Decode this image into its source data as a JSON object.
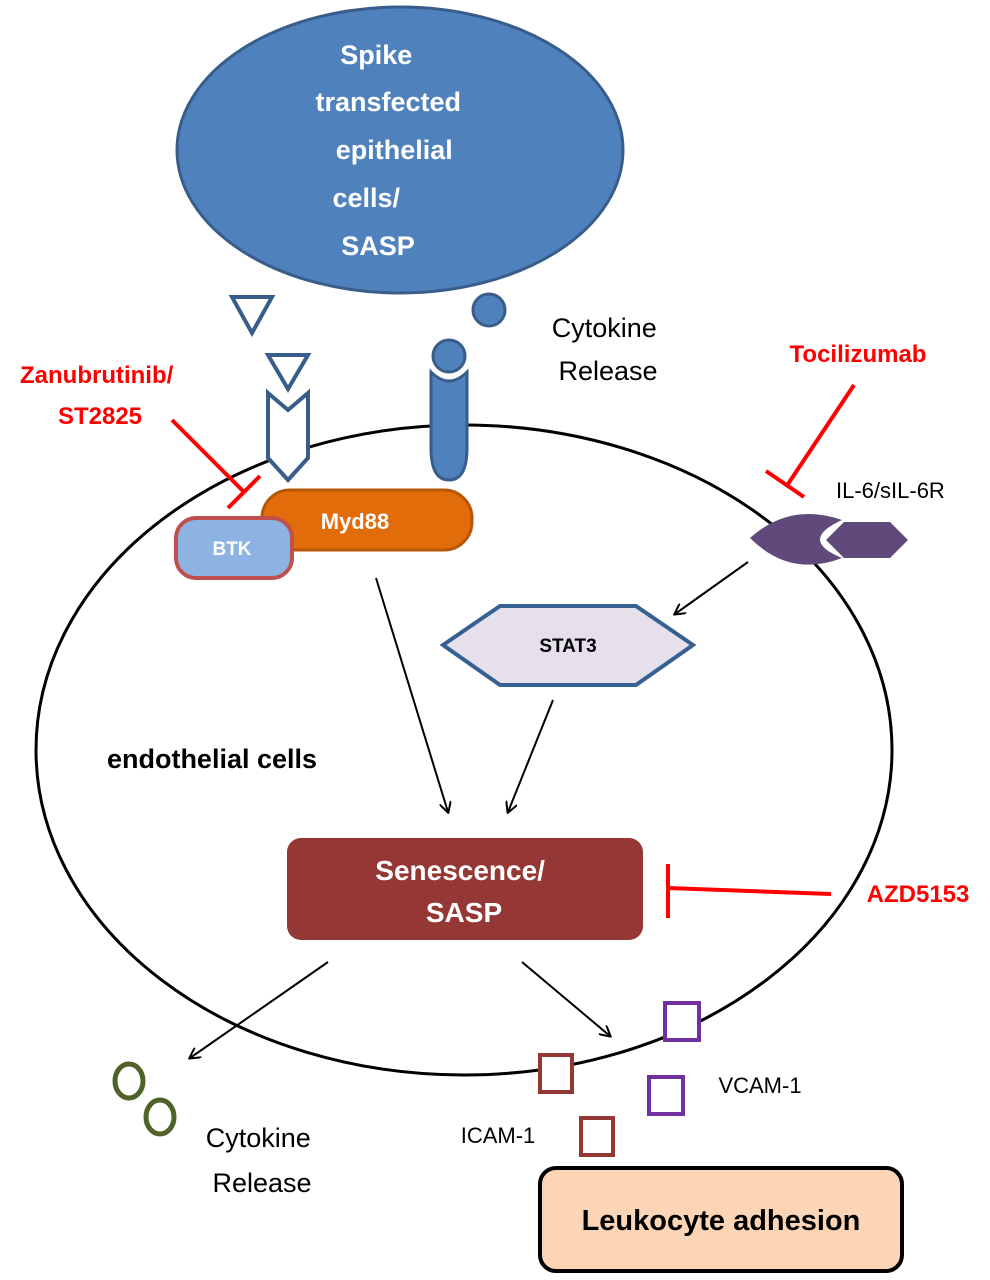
{
  "epithelial": {
    "lines": [
      "Spike",
      "transfected",
      "epithelial",
      "cells/",
      "SASP"
    ],
    "fill": "#4f81bd"
  },
  "cytokine_release_top": [
    "Cytokine",
    "Release"
  ],
  "cytokine_release_bottom": [
    "Cytokine",
    "Release"
  ],
  "inhibitors": {
    "zanubrutinib": [
      "Zanubrutinib/",
      "ST2825"
    ],
    "tocilizumab": "Tocilizumab",
    "azd5153": "AZD5153",
    "color": "#ff0000"
  },
  "myd88": {
    "label": "Myd88",
    "fill": "#e36c0a"
  },
  "btk": {
    "label": "BTK",
    "fill": "#8db3e2"
  },
  "il6": {
    "label": "IL-6/sIL-6R",
    "fill": "#604a7b"
  },
  "stat3": {
    "label": "STAT3",
    "fill": "#e5e0ec"
  },
  "cell_label": "endothelial cells",
  "senescence": {
    "lines": [
      "Senescence/",
      "SASP"
    ],
    "fill": "#953735"
  },
  "icam": "ICAM-1",
  "vcam": "VCAM-1",
  "leukocyte": {
    "label": "Leukocyte adhesion",
    "fill": "#fbd5b5"
  }
}
